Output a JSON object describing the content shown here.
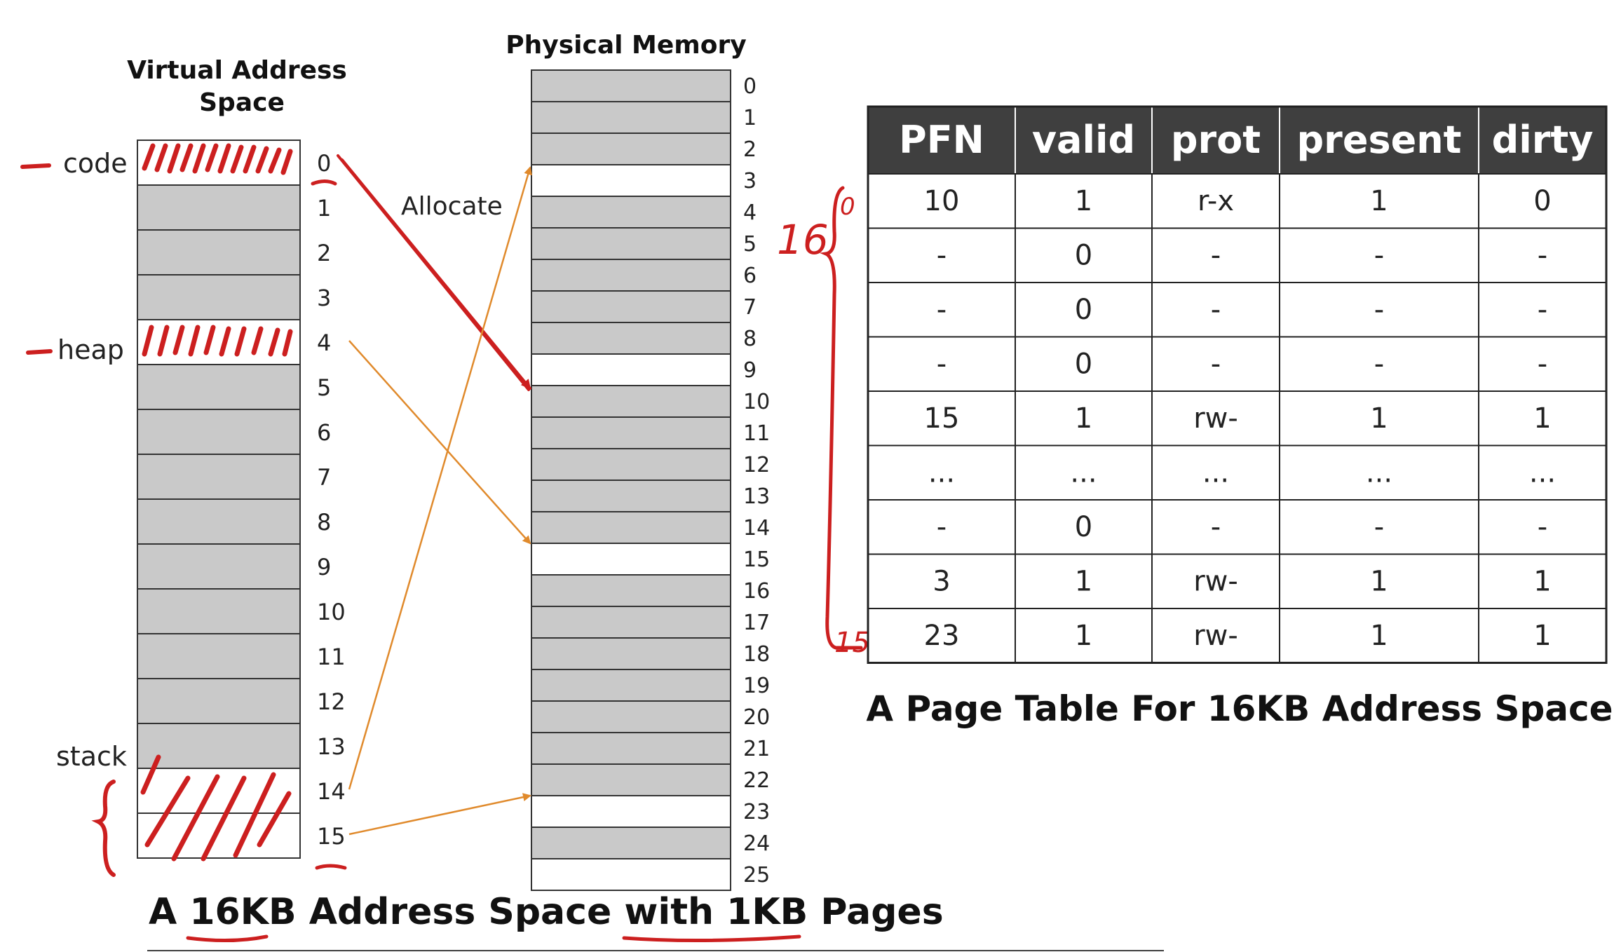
{
  "virtual_space": {
    "title_line1": "Virtual Address",
    "title_line2": "Space",
    "regions": [
      {
        "label": "code",
        "page": 0
      },
      {
        "label": "heap",
        "page": 4
      },
      {
        "label": "stack",
        "page": 14
      }
    ],
    "page_numbers": [
      "0",
      "1",
      "2",
      "3",
      "4",
      "5",
      "6",
      "7",
      "8",
      "9",
      "10",
      "11",
      "12",
      "13",
      "14",
      "15"
    ],
    "used_pages": [
      0,
      4,
      14,
      15
    ]
  },
  "physical_memory": {
    "title": "Physical Memory",
    "frame_numbers": [
      "0",
      "1",
      "2",
      "3",
      "4",
      "5",
      "6",
      "7",
      "8",
      "9",
      "10",
      "11",
      "12",
      "13",
      "14",
      "15",
      "16",
      "17",
      "18",
      "19",
      "20",
      "21",
      "22",
      "23",
      "24",
      "25"
    ],
    "free_frames": [
      3,
      9,
      15,
      23,
      25
    ]
  },
  "mappings": [
    {
      "from_page": 0,
      "to_frame": 10,
      "style": "annotation"
    },
    {
      "from_page": 4,
      "to_frame": 15,
      "style": "arrow"
    },
    {
      "from_page": 14,
      "to_frame": 3,
      "style": "arrow"
    },
    {
      "from_page": 15,
      "to_frame": 23,
      "style": "arrow"
    }
  ],
  "allocate_label": "Allocate",
  "page_table": {
    "headers": [
      "PFN",
      "valid",
      "prot",
      "present",
      "dirty"
    ],
    "rows": [
      [
        "10",
        "1",
        "r-x",
        "1",
        "0"
      ],
      [
        "-",
        "0",
        "-",
        "-",
        "-"
      ],
      [
        "-",
        "0",
        "-",
        "-",
        "-"
      ],
      [
        "-",
        "0",
        "-",
        "-",
        "-"
      ],
      [
        "15",
        "1",
        "rw-",
        "1",
        "1"
      ],
      [
        "...",
        "...",
        "...",
        "...",
        "..."
      ],
      [
        "-",
        "0",
        "-",
        "-",
        "-"
      ],
      [
        "3",
        "1",
        "rw-",
        "1",
        "1"
      ],
      [
        "23",
        "1",
        "rw-",
        "1",
        "1"
      ]
    ],
    "caption": "A Page Table For 16KB Address Space"
  },
  "bracket_annotation": {
    "count": "16",
    "first": "0",
    "last": "15"
  },
  "caption_left": {
    "prefix": "A ",
    "size": "16KB",
    "middle": " Address Space with ",
    "page": "1KB",
    "suffix": " Pages"
  },
  "colors": {
    "used_cell": "#c9c9c9",
    "free_cell": "#ffffff",
    "table_header": "#3f3f3f",
    "arrow": "#e08a2c",
    "annotation": "#cc1f1f"
  }
}
